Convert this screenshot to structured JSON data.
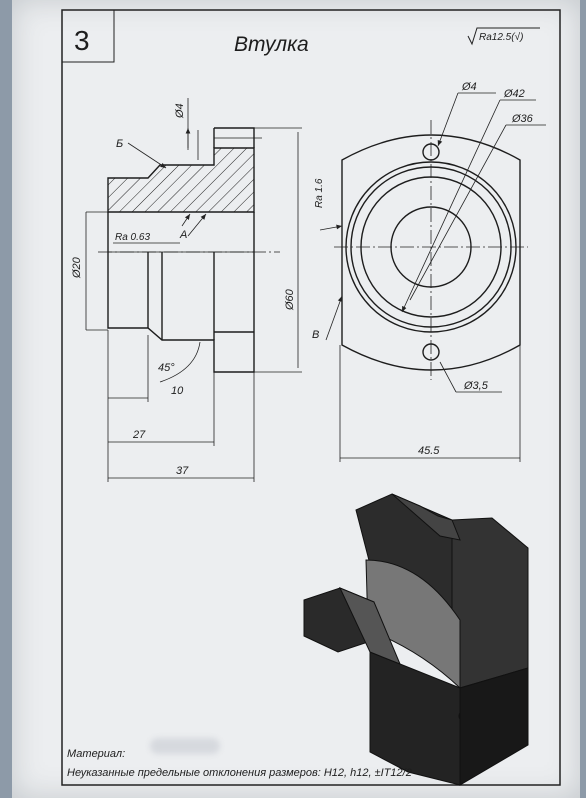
{
  "sheet_number": "3",
  "title": "Втулка",
  "roughness_general": "Ra12.5(√)",
  "labels": {
    "section_b": "Б",
    "section_a": "A",
    "section_v": "B",
    "ra_063": "Ra 0.63",
    "ra_16": "Ra 1.6"
  },
  "dimensions": {
    "d4_left": "Ø4",
    "d20": "Ø20",
    "d60": "Ø60",
    "angle": "45°",
    "len10": "10",
    "len27": "27",
    "len37": "37",
    "d4_right": "Ø4",
    "d42": "Ø42",
    "d36": "Ø36",
    "d35": "Ø3,5",
    "width455": "45.5"
  },
  "footer": {
    "material_label": "Материал:",
    "tolerance_note": "Неуказанные предельные отклонения размеров: H12, h12, ±IT12/2"
  }
}
